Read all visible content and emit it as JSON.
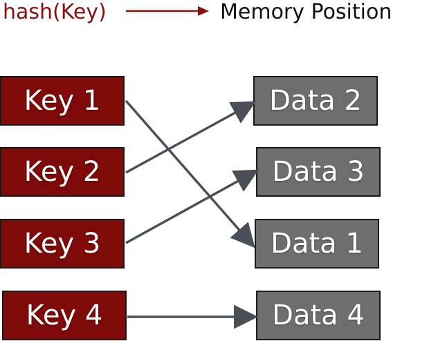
{
  "legend": {
    "source_label": "hash(Key)",
    "target_label": "Memory Position",
    "arrow_color": "#8a1010"
  },
  "keys": [
    {
      "label": "Key 1"
    },
    {
      "label": "Key 2"
    },
    {
      "label": "Key 3"
    },
    {
      "label": "Key 4"
    }
  ],
  "data_slots": [
    {
      "label": "Data 2"
    },
    {
      "label": "Data 3"
    },
    {
      "label": "Data 1"
    },
    {
      "label": "Data 4"
    }
  ],
  "mapping": [
    {
      "key": "Key 1",
      "data": "Data 1"
    },
    {
      "key": "Key 2",
      "data": "Data 2"
    },
    {
      "key": "Key 3",
      "data": "Data 3"
    },
    {
      "key": "Key 4",
      "data": "Data 4"
    }
  ],
  "colors": {
    "key_fill": "#7e0a0a",
    "data_fill": "#6e6e6e",
    "connector": "#4a4f57"
  }
}
